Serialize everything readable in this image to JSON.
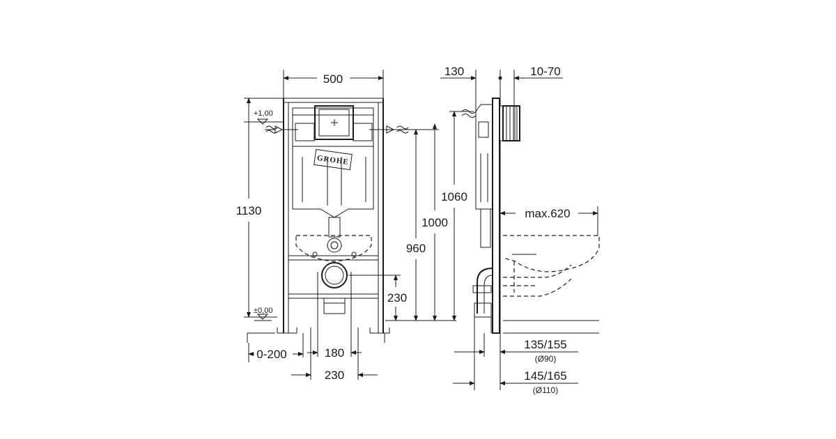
{
  "front_view": {
    "width_label": "500",
    "height_label": "1130",
    "level_top": "+1,00",
    "level_bottom": "±0,00",
    "offset_label": "0-200",
    "inner_width_label": "180",
    "outer_width_label": "230",
    "brand": "GROHE"
  },
  "heights": {
    "h1060": "1060",
    "h1000": "1000",
    "h960": "960",
    "h230": "230"
  },
  "side_view": {
    "depth_label": "130",
    "wall_label": "10-70",
    "bowl_label": "max.620",
    "pipe_90_label": "135/155",
    "pipe_90_sub": "(Ø90)",
    "pipe_110_label": "145/165",
    "pipe_110_sub": "(Ø110)"
  },
  "colors": {
    "line": "#1a1a1a",
    "background": "#ffffff"
  }
}
